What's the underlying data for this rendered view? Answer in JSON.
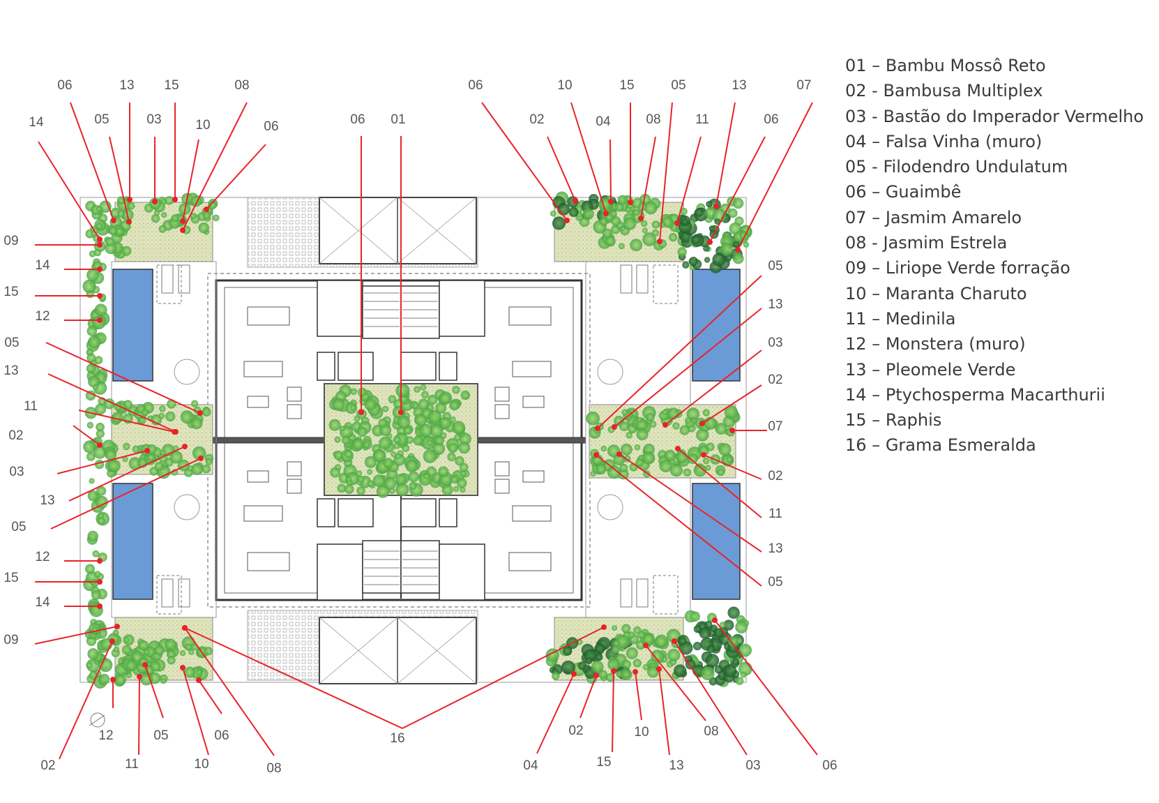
{
  "legend": [
    {
      "code": "01",
      "sep": " – ",
      "name": "Bambu Mossô Reto"
    },
    {
      "code": "02",
      "sep": " - ",
      "name": "Bambusa Multiplex"
    },
    {
      "code": "03",
      "sep": " - ",
      "name": "Bastão do Imperador Vermelho"
    },
    {
      "code": "04",
      "sep": " – ",
      "name": "Falsa Vinha (muro)"
    },
    {
      "code": "05",
      "sep": " - ",
      "name": "Filodendro Undulatum"
    },
    {
      "code": "06",
      "sep": " – ",
      "name": "Guaimbê"
    },
    {
      "code": "07",
      "sep": " – ",
      "name": "Jasmim Amarelo"
    },
    {
      "code": "08",
      "sep": " - ",
      "name": "Jasmim Estrela"
    },
    {
      "code": "09",
      "sep": " – ",
      "name": "Liriope Verde forração"
    },
    {
      "code": "10",
      "sep": " – ",
      "name": "Maranta Charuto"
    },
    {
      "code": "11",
      "sep": " – ",
      "name": "Medinila"
    },
    {
      "code": "12",
      "sep": " – ",
      "name": "Monstera (muro)"
    },
    {
      "code": "13",
      "sep": " – ",
      "name": "Pleomele Verde"
    },
    {
      "code": "14",
      "sep": " – ",
      "name": "Ptychosperma Macarthurii"
    },
    {
      "code": "15",
      "sep": " – ",
      "name": "Raphis"
    },
    {
      "code": "16",
      "sep": " – ",
      "name": "Grama Esmeralda"
    }
  ],
  "callouts": [
    "06",
    "13",
    "15",
    "08",
    "14",
    "05",
    "03",
    "10",
    "06",
    "06",
    "01",
    "06",
    "10",
    "15",
    "05",
    "13",
    "07",
    "02",
    "04",
    "08",
    "11",
    "06",
    "09",
    "14",
    "15",
    "12",
    "05",
    "13",
    "11",
    "02",
    "03",
    "13",
    "05",
    "12",
    "15",
    "14",
    "09",
    "12",
    "05",
    "06",
    "02",
    "11",
    "10",
    "08",
    "16",
    "05",
    "13",
    "03",
    "02",
    "07",
    "02",
    "11",
    "13",
    "05",
    "04",
    "02",
    "15",
    "10",
    "08",
    "13",
    "03",
    "06"
  ],
  "colors": {
    "leader_line": "#e8232a",
    "pool": "#6b9bd6",
    "lawn": "#d9dfb4",
    "foliage_light": "#7bc95a",
    "foliage_dark": "#2f6e3a",
    "label_text": "#555555",
    "legend_text": "#3a3a3a"
  }
}
